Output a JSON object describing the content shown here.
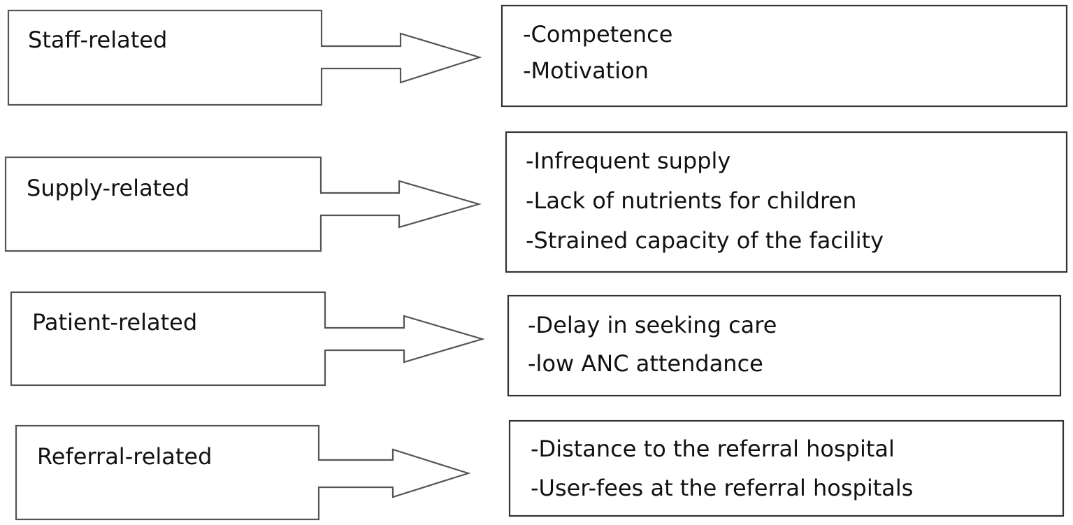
{
  "rows": [
    {
      "category": "Staff-related",
      "items": [
        "-Competence",
        "-Motivation"
      ]
    },
    {
      "category": "Supply-related",
      "items": [
        "-Infrequent supply",
        "-Lack of nutrients for children",
        "-Strained capacity of the facility"
      ]
    },
    {
      "category": "Patient-related",
      "items": [
        "-Delay in seeking care",
        "-low ANC attendance"
      ]
    },
    {
      "category": "Referral-related",
      "items": [
        "-Distance to the referral hospital",
        "-User-fees at the referral hospitals"
      ]
    }
  ],
  "colors": {
    "stroke": "#555555",
    "text": "#111111",
    "background": "#ffffff"
  }
}
